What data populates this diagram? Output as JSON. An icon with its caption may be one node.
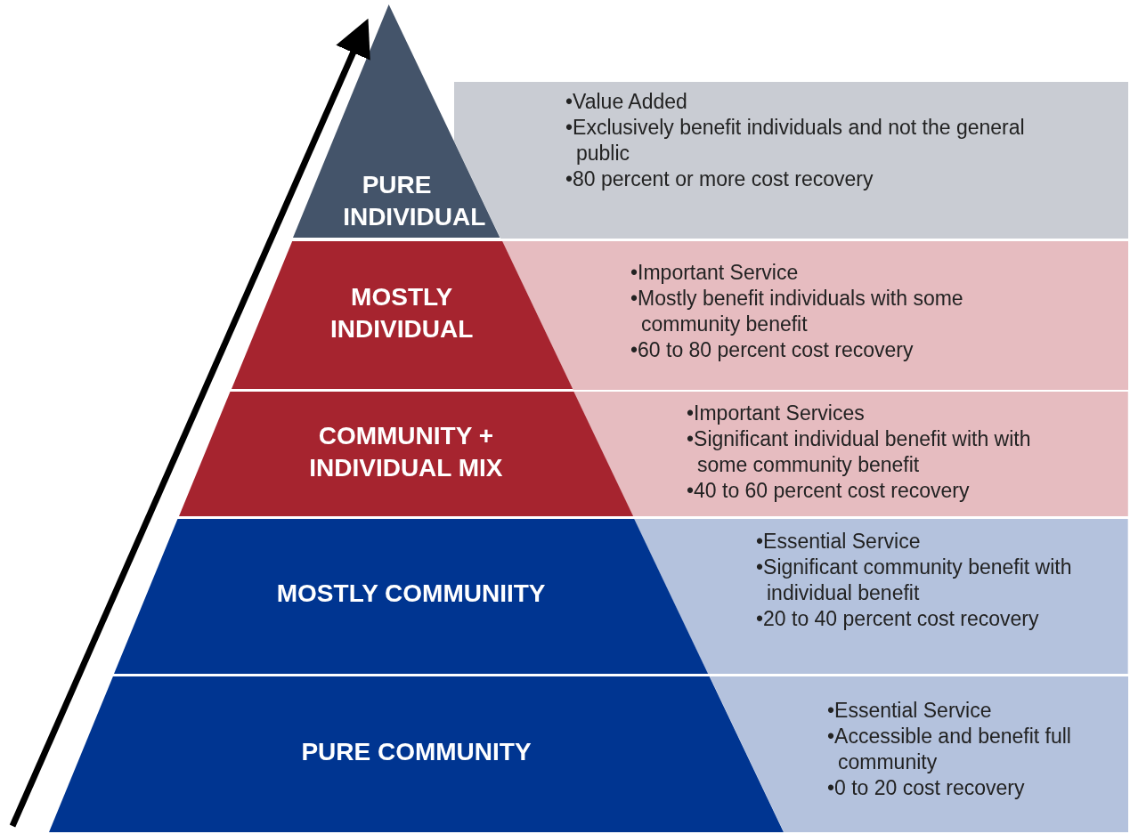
{
  "diagram": {
    "nodes": [
      {
        "text": [
          "PURE INDIVIDUAL"
        ]
      },
      {
        "text": [
          "•Value Added",
          "•Exclusively benefit individuals and not the general public",
          "•80 percent or more cost recovery"
        ]
      },
      {
        "text": [
          "MOSTLY INDIVIDUAL"
        ]
      },
      {
        "text": [
          "•Important Service",
          "•Mostly benefit individuals with some community benefit",
          "•60 to 80 percent cost recovery"
        ]
      },
      {
        "text": [
          "COMMUNITY + INDIVIDUAL MIX"
        ]
      },
      {
        "text": [
          "•Important Services",
          "•Significant individual benefit with with some community benefit",
          "•40 to 60 percent cost recovery"
        ]
      },
      {
        "text": [
          "MOSTLY COMMUNIITY"
        ]
      },
      {
        "text": [
          "•Essential Service",
          "•Significant community benefit with individual benefit",
          "•20 to 40 percent cost recovery"
        ]
      },
      {
        "text": [
          "PURE COMMUNITY"
        ]
      },
      {
        "text": [
          "•Essential Service",
          "•Accessible and benefit full community",
          "•0 to 20 cost recovery"
        ]
      }
    ]
  }
}
